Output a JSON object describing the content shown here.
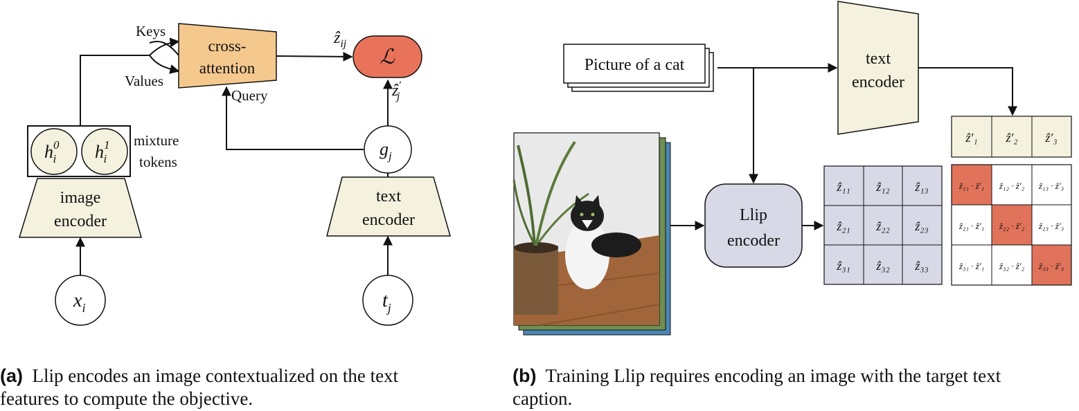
{
  "panel_a": {
    "labels": {
      "keys": "Keys",
      "values": "Values",
      "query": "Query",
      "cross_attention_1": "cross-",
      "cross_attention_2": "attention",
      "loss": "ℒ",
      "z_ij": "ẑ",
      "z_ij_sub": "ij",
      "z_j": "ẑ",
      "z_j_prime": "′",
      "z_j_sub": "j",
      "g": "g",
      "g_sub": "j",
      "h": "h",
      "h_sub": "i",
      "h0_sup": "0",
      "h1_sup": "1",
      "mixture_1": "mixture",
      "mixture_2": "tokens",
      "image_encoder_1": "image",
      "image_encoder_2": "encoder",
      "text_encoder_1": "text",
      "text_encoder_2": "encoder",
      "x": "x",
      "x_sub": "i",
      "t": "t",
      "t_sub": "j"
    },
    "colors": {
      "cross_attention": "#f5c98e",
      "loss": "#e8735a",
      "encoder": "#f4f1de"
    }
  },
  "panel_b": {
    "caption_card": "Picture of a cat",
    "text_encoder_1": "text",
    "text_encoder_2": "encoder",
    "llip_1": "Llip",
    "llip_2": "encoder",
    "text_vectors": [
      "ẑ′₁",
      "ẑ′₂",
      "ẑ′₃"
    ],
    "image_vectors": [
      [
        "ẑ₁₁",
        "ẑ₁₂",
        "ẑ₁₃"
      ],
      [
        "ẑ₂₁",
        "ẑ₂₂",
        "ẑ₂₃"
      ],
      [
        "ẑ₃₁",
        "ẑ₃₂",
        "ẑ₃₃"
      ]
    ],
    "similarity": [
      [
        "ẑ₁₁ · ẑ′₁",
        "ẑ₁₂ · ẑ′₂",
        "ẑ₁₃ · ẑ′₃"
      ],
      [
        "ẑ₂₁ · ẑ′₁",
        "ẑ₂₂ · ẑ′₂",
        "ẑ₂₃ · ẑ′₃"
      ],
      [
        "ẑ₃₁ · ẑ′₁",
        "ẑ₃₂ · ẑ′₂",
        "ẑ₃₃ · ẑ′₃"
      ]
    ],
    "colors": {
      "llip": "#d8d8e6",
      "encoder": "#f4f1de",
      "highlight": "#e0735a",
      "grid": "#d8d8e6"
    }
  },
  "captions": {
    "a_tag": "(a)",
    "a_text_1": "Llip encodes an image contextualized on the text",
    "a_text_2": "features to compute the objective.",
    "b_tag": "(b)",
    "b_text_1": "Training Llip requires encoding an image with the target text",
    "b_text_2": "caption."
  }
}
